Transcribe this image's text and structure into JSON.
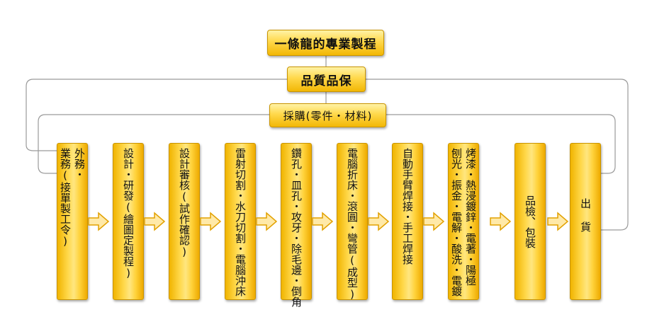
{
  "title": "一條龍的專業製程",
  "quality": "品質品保",
  "procurement": "採購(零件・材料)",
  "steps": [
    {
      "lines": [
        "外務・",
        "業務(接單製工令)"
      ]
    },
    {
      "lines": [
        "設計・研發(繪圖定製程)"
      ]
    },
    {
      "lines": [
        "設計審核(試作確認)"
      ]
    },
    {
      "lines": [
        "雷射切割・水刀切割・電腦沖床"
      ]
    },
    {
      "lines": [
        "鑽孔・皿孔・攻牙・除毛邊・倒角"
      ]
    },
    {
      "lines": [
        "電腦折床・滾圓・彎管(成型)"
      ]
    },
    {
      "lines": [
        "自動手臂焊接・手工焊接"
      ]
    },
    {
      "lines": [
        "刨光・振金・電解・酸洗・電鍍",
        "烤漆・熱浸鍍鋅・電著・陽極"
      ]
    },
    {
      "lines": [
        "品檢、包裝"
      ]
    },
    {
      "lines": [
        "出",
        "貨"
      ]
    }
  ],
  "colors": {
    "box_fill": "#ffd84a",
    "box_border": "#c99400",
    "arrow_fill": "#ffe9a8",
    "arrow_stroke": "#e2a100",
    "line": "#9a9a9a"
  }
}
